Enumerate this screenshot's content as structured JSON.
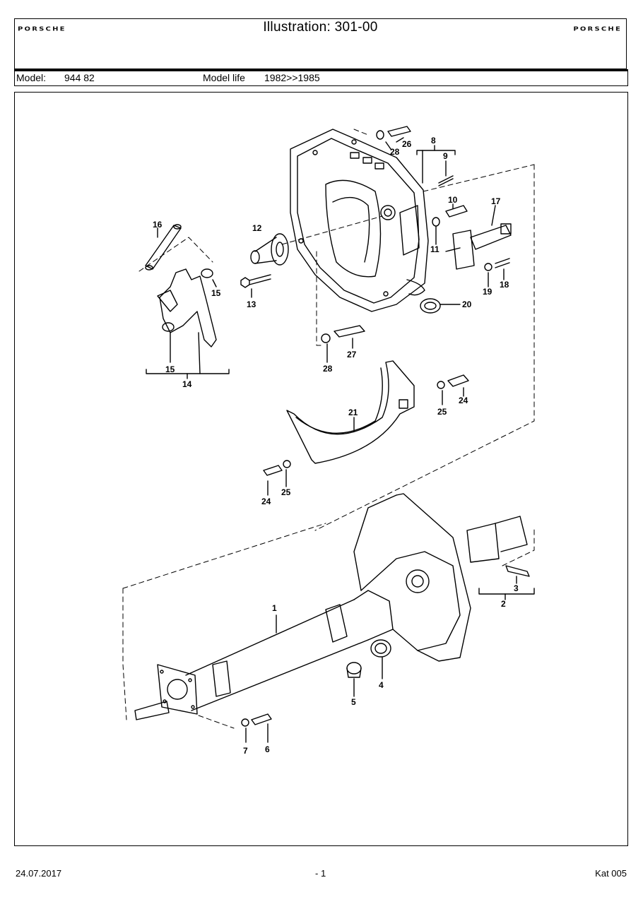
{
  "header": {
    "brand_left": "PORSCHE",
    "title": "Illustration: 301-00",
    "brand_right": "PORSCHE"
  },
  "model_line": {
    "model_label": "Model:",
    "model_value": "944 82",
    "model_life_label": "Model life",
    "model_life_value": "1982>>1985"
  },
  "callouts": {
    "c1": "1",
    "c2": "2",
    "c3": "3",
    "c4": "4",
    "c5": "5",
    "c6": "6",
    "c7": "7",
    "c8": "8",
    "c9": "9",
    "c10": "10",
    "c11": "11",
    "c12": "12",
    "c13": "13",
    "c14": "14",
    "c15a": "15",
    "c15b": "15",
    "c16": "16",
    "c17": "17",
    "c18": "18",
    "c19": "19",
    "c20": "20",
    "c21": "21",
    "c24a": "24",
    "c24b": "24",
    "c25a": "25",
    "c25b": "25",
    "c26": "26",
    "c27": "27",
    "c28a": "28",
    "c28b": "28"
  },
  "footer": {
    "date": "24.07.2017",
    "page": "- 1",
    "catalog": "Kat 005"
  }
}
